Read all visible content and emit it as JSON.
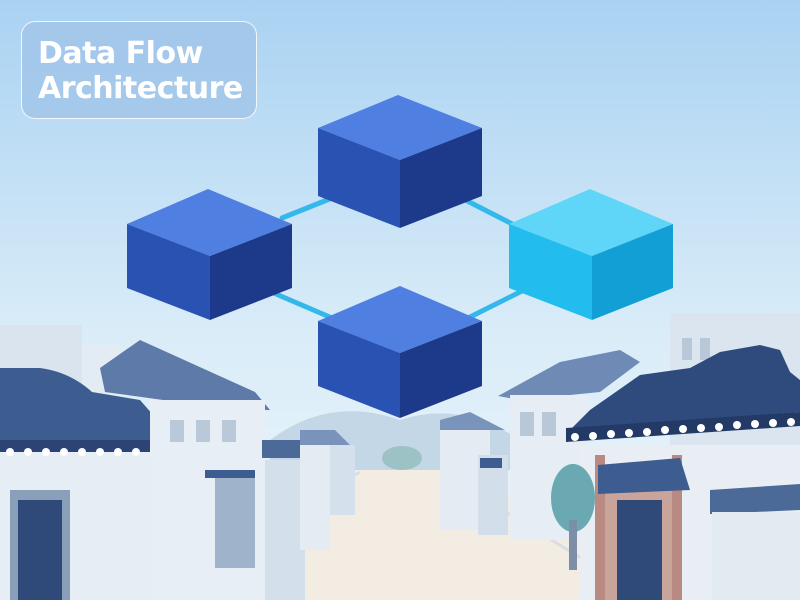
{
  "title": {
    "line1": "Data Flow",
    "line2": "Architecture"
  },
  "diagram": {
    "nodes": [
      {
        "id": "node-top",
        "color": "#2f5fc4"
      },
      {
        "id": "node-left",
        "color": "#2f5fc4"
      },
      {
        "id": "node-right",
        "color": "#28c2ee"
      },
      {
        "id": "node-bottom",
        "color": "#2f5fc4"
      }
    ],
    "links": [
      {
        "from": "node-left",
        "to": "node-top"
      },
      {
        "from": "node-top",
        "to": "node-right"
      },
      {
        "from": "node-left",
        "to": "node-bottom"
      },
      {
        "from": "node-bottom",
        "to": "node-right"
      }
    ],
    "link_color": "#34b8ec"
  },
  "colors": {
    "sky_top": "#a9d2f2",
    "sky_bottom": "#eef6fb",
    "roof": "#3d5c8f",
    "wall": "#dce6f0",
    "street": "#f3ece2"
  }
}
